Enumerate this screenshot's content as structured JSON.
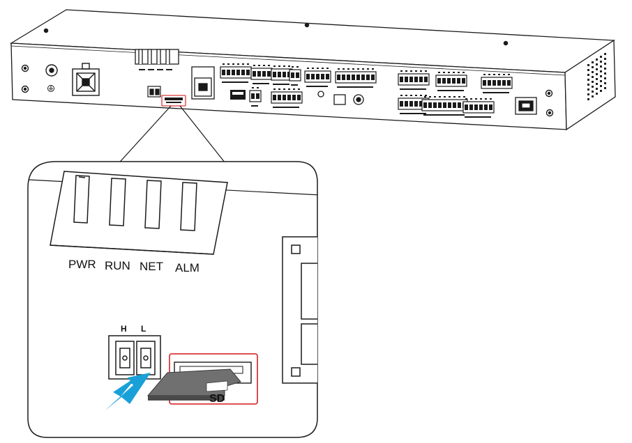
{
  "diagram": {
    "led_labels": [
      "PWR",
      "RUN",
      "NET",
      "ALM"
    ],
    "terminal_labels": [
      "H",
      "L"
    ],
    "card_label": "SD",
    "colors": {
      "outline": "#1a1a1a",
      "highlight": "#d9383a",
      "arrow": "#1aa0d8",
      "card": "#707070",
      "card_dark": "#4a4a4a"
    }
  }
}
